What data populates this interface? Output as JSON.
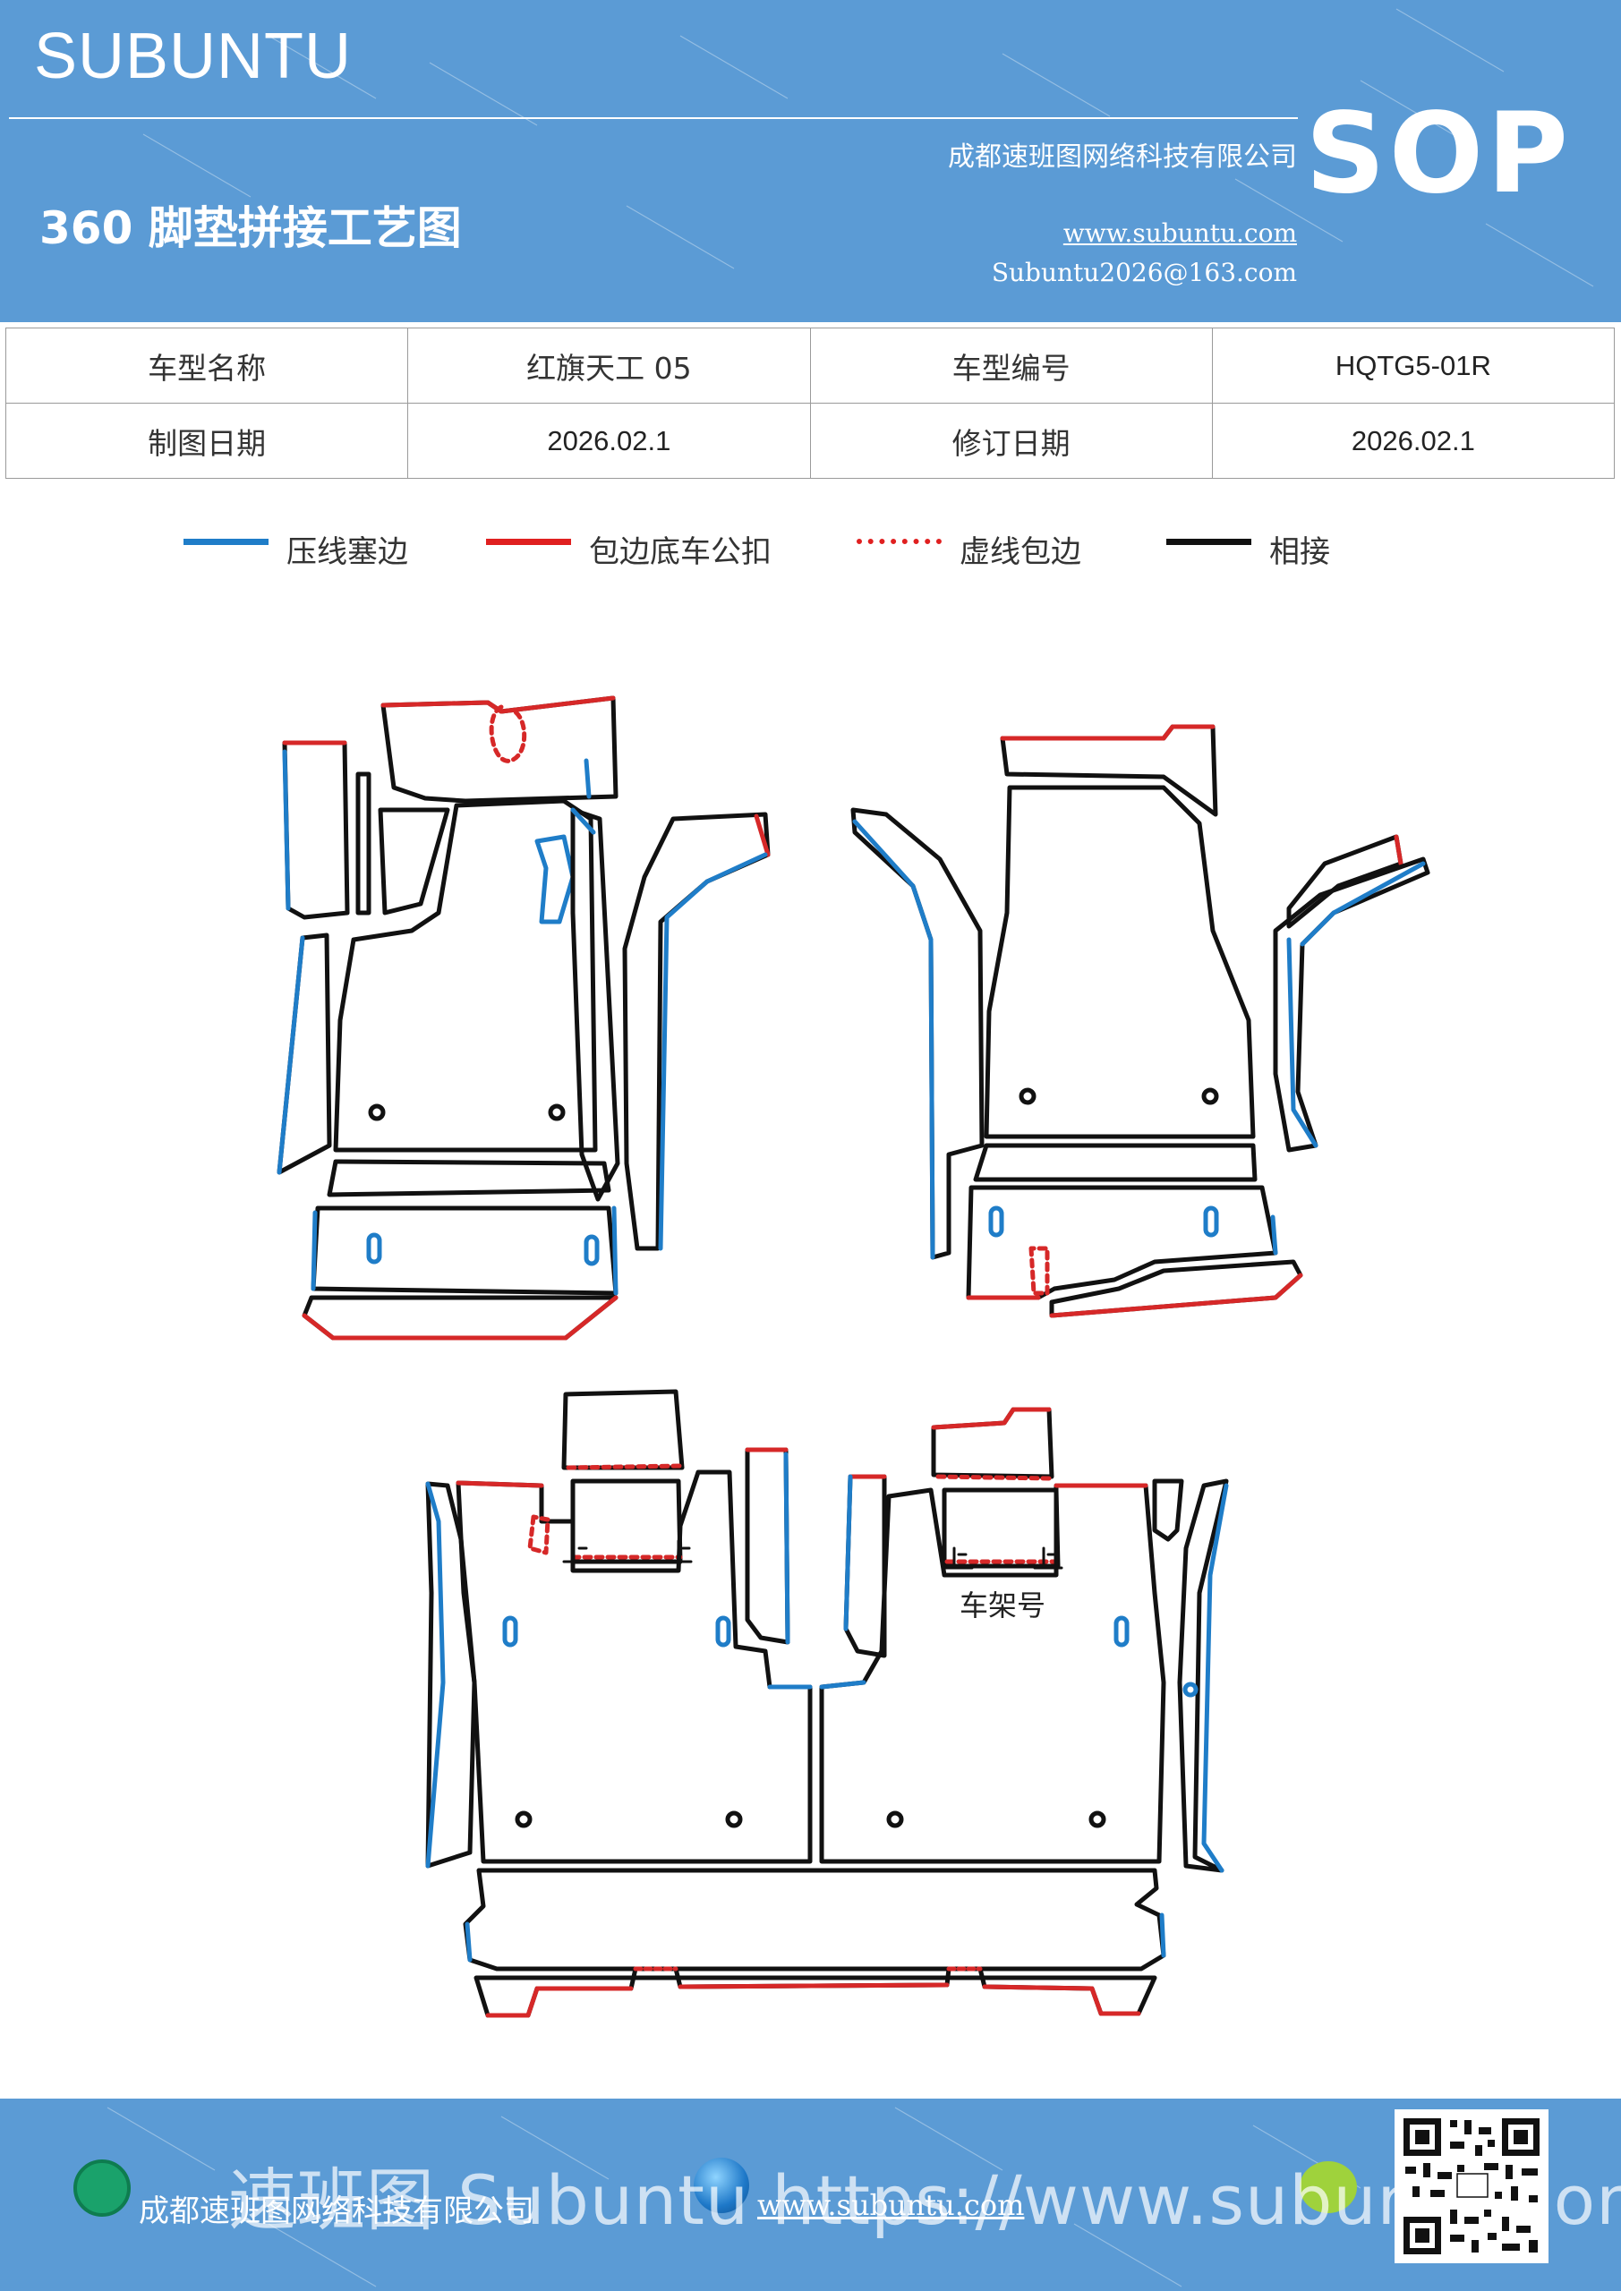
{
  "header": {
    "brand": "SUBUNTU",
    "company": "成都速班图网络科技有限公司",
    "badge": "SOP",
    "title": "360 脚垫拼接工艺图",
    "website": "www.subuntu.com",
    "email": "Subuntu2026@163.com"
  },
  "info_table": {
    "rows": [
      [
        {
          "text": "车型名称"
        },
        {
          "text": "红旗天工 05"
        },
        {
          "text": "车型编号"
        },
        {
          "text": "HQTG5-01R"
        }
      ],
      [
        {
          "text": "制图日期"
        },
        {
          "text": "2026.02.1"
        },
        {
          "text": "修订日期"
        },
        {
          "text": "2026.02.1"
        }
      ]
    ]
  },
  "legend": [
    {
      "label": "压线塞边",
      "color": "#1f7dc8",
      "style": "solid"
    },
    {
      "label": "包边底车公扣",
      "color": "#e02020",
      "style": "solid"
    },
    {
      "label": "虚线包边",
      "color": "#e02020",
      "style": "dotted"
    },
    {
      "label": "相接",
      "color": "#111111",
      "style": "solid"
    }
  ],
  "drawing": {
    "frame_label": "车架号",
    "colors": {
      "press": "#1f7dc8",
      "wrap": "#d62828",
      "join": "#111111"
    }
  },
  "footer": {
    "company": "成都速班图网络科技有限公司",
    "website": "www.subuntu.com",
    "watermark": "Subuntu https://www.subuntu.com",
    "watermark_prefix": "速班图"
  }
}
